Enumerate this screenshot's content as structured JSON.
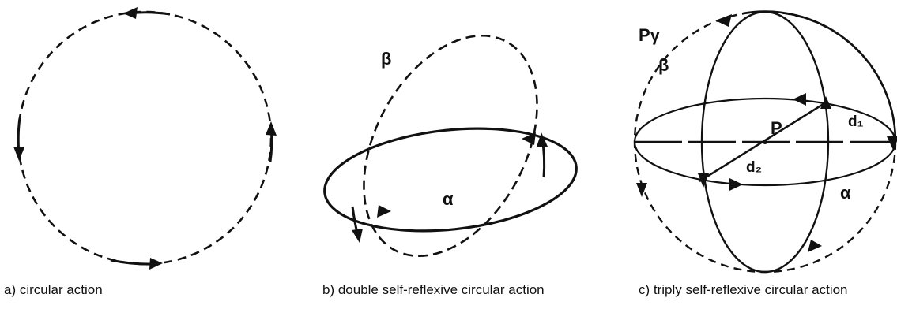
{
  "panels": [
    {
      "id": "a",
      "caption": "a) circular action",
      "labels": []
    },
    {
      "id": "b",
      "caption": "b) double self-reflexive circular action",
      "labels": [
        {
          "key": "beta",
          "text": "β"
        },
        {
          "key": "alpha",
          "text": "α"
        }
      ]
    },
    {
      "id": "c",
      "caption": "c) triply self-reflexive circular action",
      "labels": [
        {
          "key": "p_gamma",
          "text": "Pγ"
        },
        {
          "key": "beta",
          "text": "β"
        },
        {
          "key": "d1",
          "text": "d₁"
        },
        {
          "key": "p",
          "text": "P"
        },
        {
          "key": "d2",
          "text": "d₂"
        },
        {
          "key": "alpha",
          "text": "α"
        }
      ]
    }
  ],
  "stroke_color": "#111111"
}
